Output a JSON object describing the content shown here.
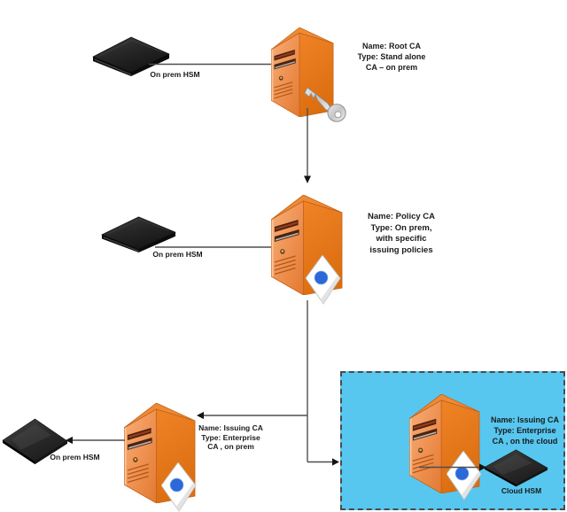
{
  "diagram": {
    "nodes": {
      "root_ca": {
        "caption_lines": [
          "Name: Root CA",
          "Type: Stand alone",
          "CA – on prem"
        ]
      },
      "policy_ca": {
        "caption_lines": [
          "Name: Policy CA",
          "Type: On prem,",
          "with specific",
          "issuing policies"
        ]
      },
      "issuing_ca_on_prem": {
        "caption_lines": [
          "Name: Issuing CA",
          "Type: Enterprise",
          "CA , on prem"
        ]
      },
      "issuing_ca_cloud": {
        "caption_lines": [
          "Name: Issuing CA",
          "Type: Enterprise",
          "CA , on the cloud"
        ]
      },
      "root_hsm": {
        "label": "On prem HSM"
      },
      "policy_hsm": {
        "label": "On prem HSM"
      },
      "issuing_hsm_on_prem": {
        "label": "On prem HSM"
      },
      "cloud_hsm": {
        "label": "Cloud HSM"
      }
    },
    "icons": {
      "server_icon": "orange-tower-server",
      "key_icon": "silver-key",
      "certificate_icon": "white-certificate-with-blue-seal",
      "hsm_slab_icon": "black-flat-device",
      "hsm_diamond_icon": "black-diamond-device"
    },
    "colors": {
      "server_orange_front": "#F29C5C",
      "server_orange_side": "#E2751B",
      "cloud_region_fill": "#57C7F0",
      "cloud_region_border": "#4A4A4A",
      "hsm_black": "#262626",
      "certificate_seal_blue": "#2B68D9",
      "connector_gray": "#4F4F4F",
      "text_black": "#1B1B1B"
    }
  }
}
